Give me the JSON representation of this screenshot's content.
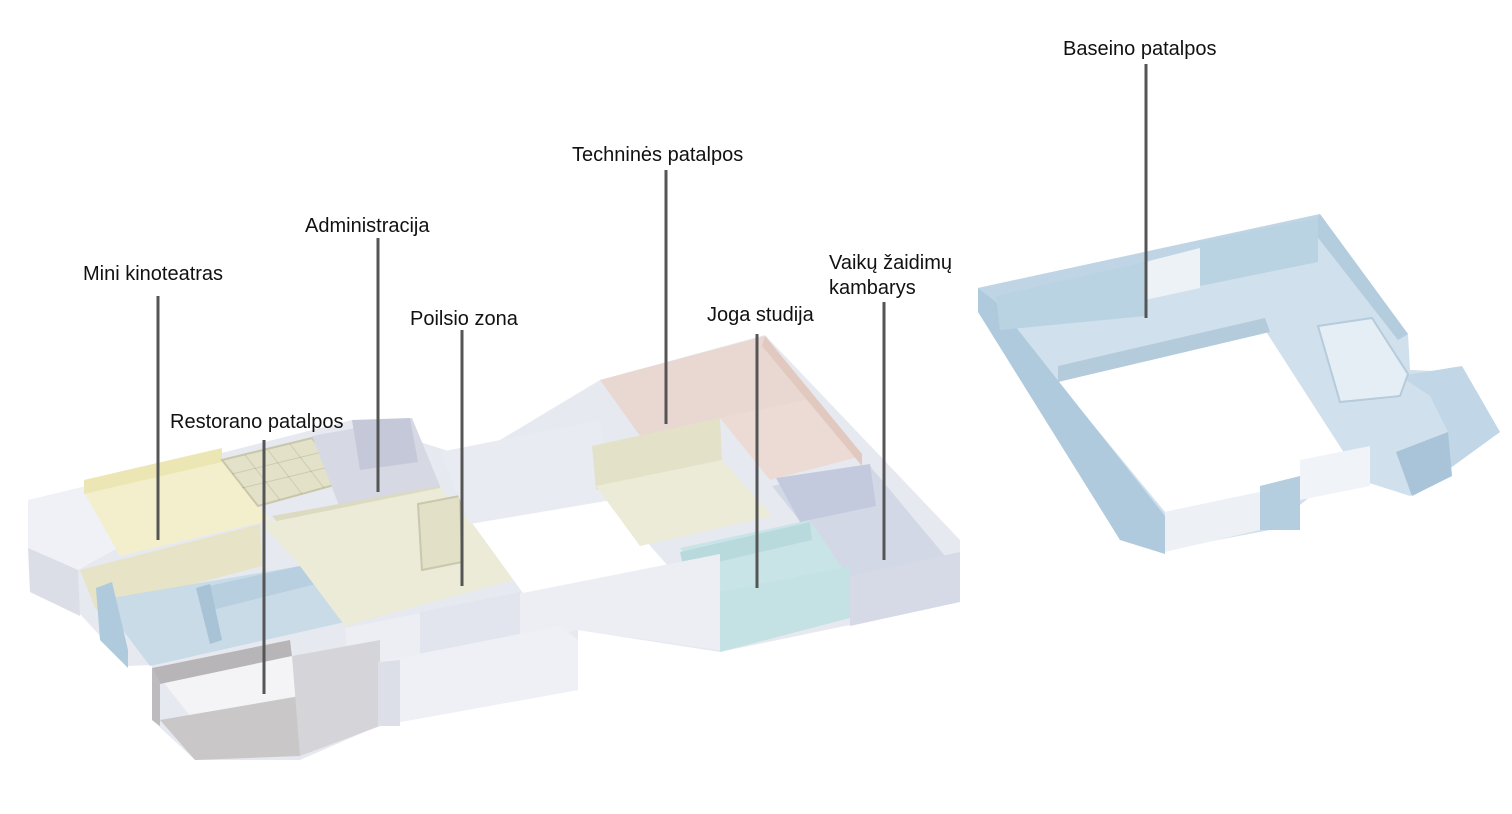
{
  "labels": {
    "cinema": "Mini kinoteatras",
    "admin": "Administracija",
    "restaurant": "Restorano patalpos",
    "rest_zone": "Poilsio zona",
    "technical": "Techninės patalpos",
    "yoga": "Joga studija",
    "kids_line1": "Vaikų žaidimų",
    "kids_line2": "kambarys",
    "pool": "Baseino patalpos"
  },
  "colors": {
    "cinema": "#f3efcc",
    "admin": "#d6d8e4",
    "restaurant_wall": "#c9c7c8",
    "rest_zone": "#ebebd7",
    "technical": "#e9d8d2",
    "yoga": "#c9e4e6",
    "kids": "#d3d8e6",
    "pool": "#c7dbe8",
    "blue_room": "#bcd2e0",
    "wall_light": "#eceef4",
    "wall_mid": "#d8dae3",
    "leader": "#555555"
  }
}
